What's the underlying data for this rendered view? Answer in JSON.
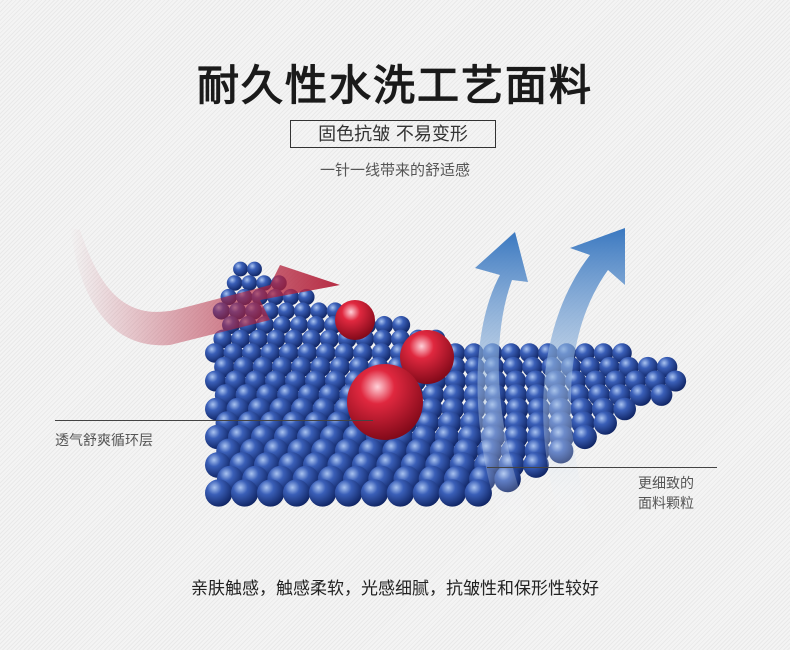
{
  "title": "耐久性水洗工艺面料",
  "subtitle": "固色抗皱 不易变形",
  "tagline": "一针一线带来的舒适感",
  "labels": {
    "left": "透气舒爽循环层",
    "right_line1": "更细致的",
    "right_line2": "面料颗粒"
  },
  "bottom_text": "亲肤触感，触感柔软，光感细腻，抗皱性和保形性较好",
  "colors": {
    "sphere_blue": "#1f3f8f",
    "sphere_red": "#c8102e",
    "arrow_red": "#b3213a",
    "arrow_blue": "#3a78c0"
  }
}
